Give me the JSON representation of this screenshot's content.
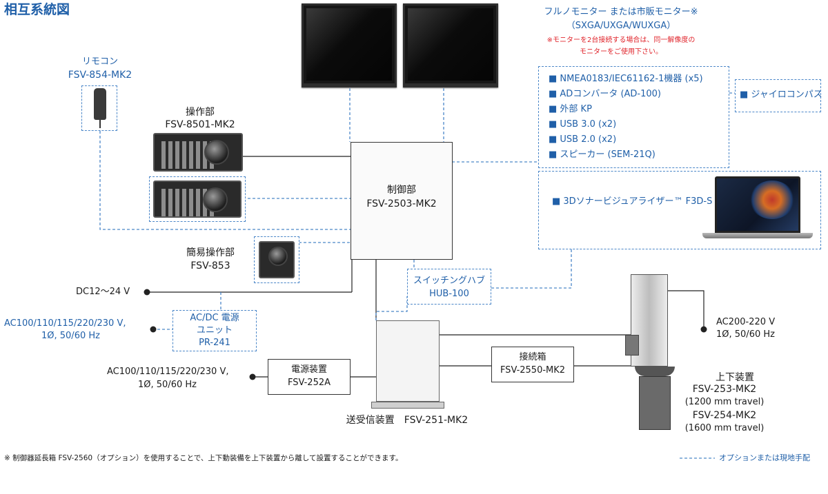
{
  "title": "相互系統図",
  "monitor_caption": {
    "line1": "フルノモニター または市販モニター※",
    "line2": "（SXGA/UXGA/WUXGA）",
    "note1": "※モニターを2台接続する場合は、同一解像度の",
    "note2": "モニターをご使用下さい。"
  },
  "remote": {
    "label": "リモコン",
    "model": "FSV-854-MK2"
  },
  "operation_unit": {
    "label": "操作部",
    "model": "FSV-8501-MK2"
  },
  "simple_operation_unit": {
    "label": "簡易操作部",
    "model": "FSV-853"
  },
  "control_unit": {
    "label": "制御部",
    "model": "FSV-2503-MK2"
  },
  "options_list": [
    "NMEA0183/IEC61162-1機器 (x5)",
    "ADコンバータ (AD-100)",
    "外部 KP",
    "USB 3.0 (x2)",
    "USB 2.0 (x2)",
    "スピーカー (SEM-21Q)"
  ],
  "gyro": "ジャイロコンパス",
  "visualizer": "3Dソナービジュアライザー™ F3D-S",
  "switching_hub": {
    "label": "スイッチングハブ",
    "model": "HUB-100"
  },
  "dc_power": "DC12〜24 V",
  "acdc": {
    "input1": "AC100/110/115/220/230 V,",
    "input2": "1Ø, 50/60 Hz",
    "label1": "AC/DC 電源",
    "label2": "ユニット",
    "model": "PR-241"
  },
  "power_supply": {
    "input1": "AC100/110/115/220/230 V,",
    "input2": "1Ø, 50/60 Hz",
    "label": "電源装置",
    "model": "FSV-252A"
  },
  "transceiver": "送受信装置　FSV-251-MK2",
  "junction_box": {
    "label": "接続箱",
    "model": "FSV-2550-MK2"
  },
  "hull_ac": {
    "line1": "AC200-220 V",
    "line2": "1Ø, 50/60 Hz"
  },
  "hull_unit": {
    "label": "上下装置",
    "model1": "FSV-253-MK2",
    "travel1": "(1200 mm travel)",
    "model2": "FSV-254-MK2",
    "travel2": "(1600 mm travel)"
  },
  "footnote": "※ 制御器延長箱 FSV-2560（オプション）を使用することで、上下動装備を上下装置から離して設置することができます。",
  "legend": "オプションまたは現地手配",
  "colors": {
    "accent": "#1f5fa8",
    "warning": "#e0242b",
    "dashed": "#4a86c8"
  }
}
